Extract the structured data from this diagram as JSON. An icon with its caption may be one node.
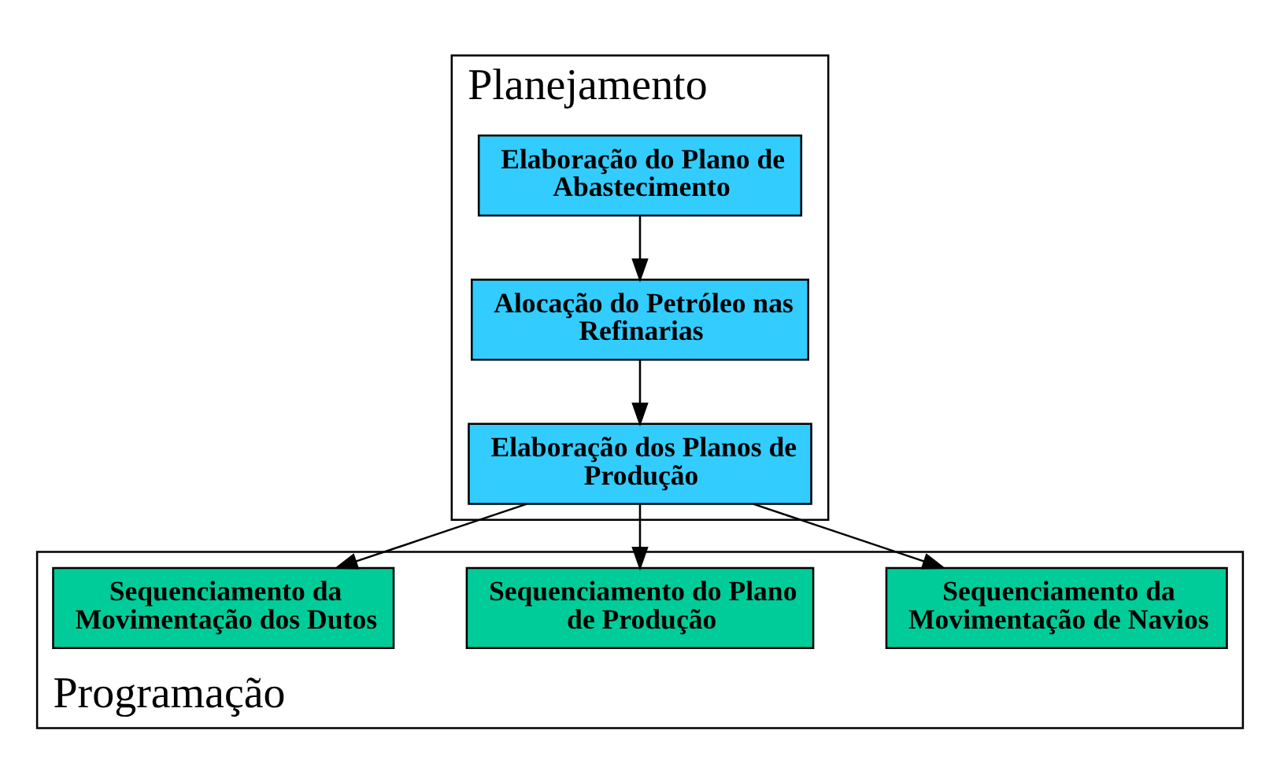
{
  "diagram": {
    "nodes": [
      {
        "text": [
          "Planejamento"
        ]
      },
      {
        "text": [
          "Elaboração do Plano de Abastecimento"
        ],
        "in": 0
      },
      {
        "text": [
          "Alocação do Petróleo nas Refinarias"
        ],
        "in": 0
      },
      {
        "text": [
          "Elaboração dos Planos de Produção"
        ],
        "in": 0
      },
      {
        "text": [
          "Programação"
        ]
      },
      {
        "text": [
          "Sequenciamento da Movimentação de Navios"
        ],
        "in": 4
      },
      {
        "text": [
          "Sequenciamento do Plano de Produção"
        ],
        "in": 4
      },
      {
        "text": [
          "Sequenciamento da Movimentação dos Dutos"
        ],
        "in": 4
      }
    ],
    "edges": [
      {
        "from": 1,
        "to": 2,
        "arrow": "to"
      },
      {
        "from": 2,
        "to": 3,
        "arrow": "to"
      },
      {
        "from": 3,
        "to": 5,
        "arrow": "to"
      },
      {
        "from": 3,
        "to": 6,
        "arrow": "to"
      },
      {
        "from": 3,
        "to": 7,
        "arrow": "to"
      }
    ]
  }
}
